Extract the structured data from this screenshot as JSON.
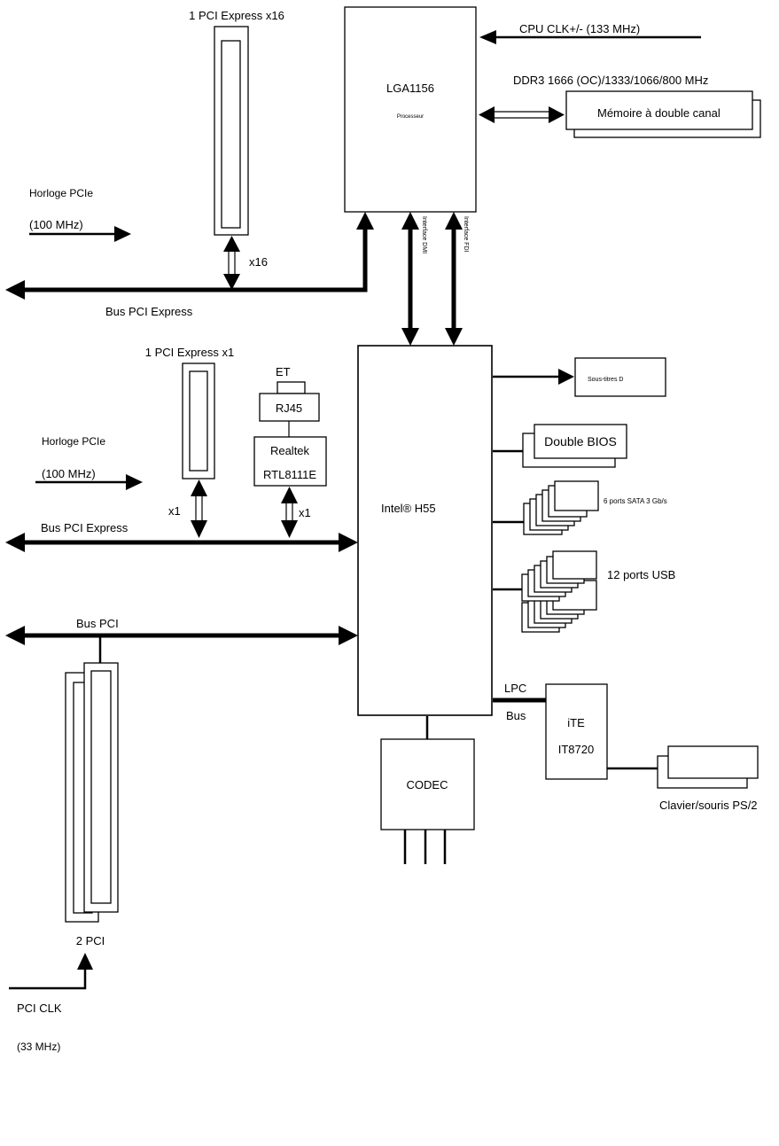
{
  "cpu": {
    "name": "LGA1156",
    "subtitle": "Processeur"
  },
  "cpu_clock": "CPU CLK+/- (133 MHz)",
  "memory": {
    "spec": "DDR3 1666 (OC)/1333/1066/800 MHz",
    "name": "Mémoire à double canal"
  },
  "pcie_x16": {
    "slot": "1 PCI Express x16",
    "width": "x16"
  },
  "pcie_clock_top": {
    "label": "Horloge PCIe",
    "freq": "(100 MHz)"
  },
  "pcie_bus_top": "Bus PCI Express",
  "dmi": "Interface DMI",
  "fdi": "Interface FDI",
  "chipset": "Intel® H55",
  "pcie_x1": {
    "slot": "1 PCI Express x1",
    "width": "x1"
  },
  "lan": {
    "et": "ET",
    "connector": "RJ45",
    "vendor": "Realtek",
    "chip": "RTL8111E",
    "width": "x1"
  },
  "pcie_clock_mid": {
    "label": "Horloge PCIe",
    "freq": "(100 MHz)"
  },
  "pcie_bus_mid": "Bus PCI Express",
  "pci_bus": "Bus PCI",
  "pci_slots": "2 PCI",
  "pci_clock": {
    "label": "PCI CLK",
    "freq": "(33 MHz)"
  },
  "subtitles": "Sous-titres D",
  "bios": "Double BIOS",
  "sata": "6 ports SATA 3 Gb/s",
  "usb": "12 ports USB",
  "lpc": {
    "line1": "LPC",
    "line2": "Bus"
  },
  "superio": {
    "vendor": "iTE",
    "chip": "IT8720"
  },
  "ps2": "Clavier/souris PS/2",
  "codec": "CODEC"
}
